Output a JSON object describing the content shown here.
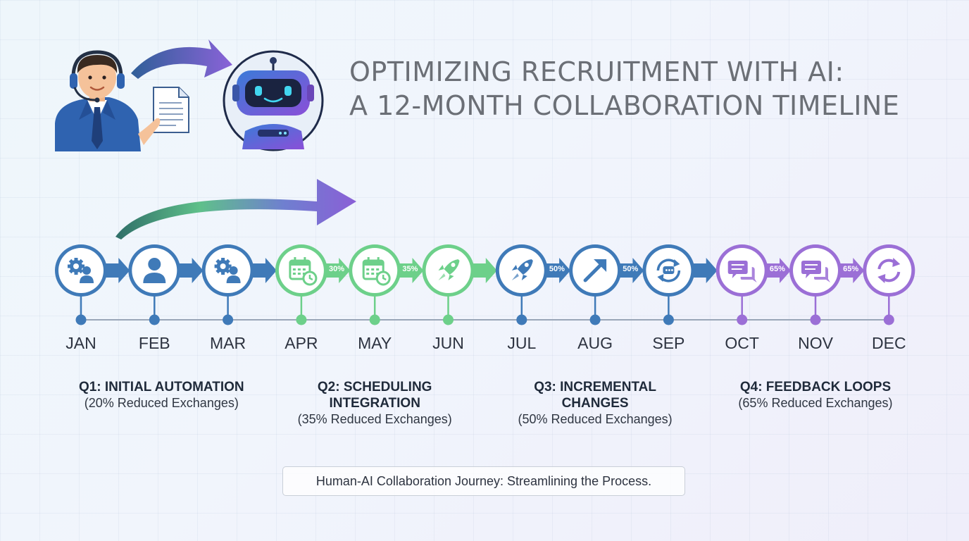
{
  "title": {
    "line1": "OPTIMIZING RECRUITMENT WITH AI:",
    "line2": "A 12-MONTH COLLABORATION TIMELINE"
  },
  "months": [
    {
      "label": "JAN",
      "icon": "gears-user-icon",
      "color": "#3f7ab8",
      "connector_label": ""
    },
    {
      "label": "FEB",
      "icon": "user-icon",
      "color": "#3f7ab8",
      "connector_label": ""
    },
    {
      "label": "MAR",
      "icon": "gears-user-icon",
      "color": "#3f7ab8",
      "connector_label": ""
    },
    {
      "label": "APR",
      "icon": "calendar-clock-icon",
      "color": "#6dd08a",
      "connector_label": "30%"
    },
    {
      "label": "MAY",
      "icon": "calendar-clock-icon",
      "color": "#6dd08a",
      "connector_label": "35%"
    },
    {
      "label": "JUN",
      "icon": "rocket-icon",
      "color": "#6dd08a",
      "connector_label": ""
    },
    {
      "label": "JUL",
      "icon": "rocket-icon",
      "color": "#3f7ab8",
      "connector_label": "50%"
    },
    {
      "label": "AUG",
      "icon": "trend-arrow-icon",
      "color": "#3f7ab8",
      "connector_label": "50%"
    },
    {
      "label": "SEP",
      "icon": "refresh-chat-icon",
      "color": "#3f7ab8",
      "connector_label": ""
    },
    {
      "label": "OCT",
      "icon": "chat-bubbles-icon",
      "color": "#9b6fd6",
      "connector_label": "65%"
    },
    {
      "label": "NOV",
      "icon": "chat-bubbles-icon",
      "color": "#9b6fd6",
      "connector_label": "65%"
    },
    {
      "label": "DEC",
      "icon": "refresh-icon",
      "color": "#9b6fd6",
      "connector_label": ""
    }
  ],
  "quarters": [
    {
      "title": "Q1: INITIAL AUTOMATION",
      "subtitle": "(20% Reduced Exchanges)"
    },
    {
      "title": "Q2: SCHEDULING INTEGRATION",
      "subtitle": "(35% Reduced Exchanges)"
    },
    {
      "title": "Q3: INCREMENTAL CHANGES",
      "subtitle": "(50% Reduced Exchanges)"
    },
    {
      "title": "Q4: FEEDBACK LOOPS",
      "subtitle": "(65% Reduced Exchanges)"
    }
  ],
  "caption": "Human-AI Collaboration Journey: Streamlining the Process.",
  "colors": {
    "blue": "#3f7ab8",
    "green": "#6dd08a",
    "purple": "#9b6fd6",
    "title": "#6b6f76"
  }
}
